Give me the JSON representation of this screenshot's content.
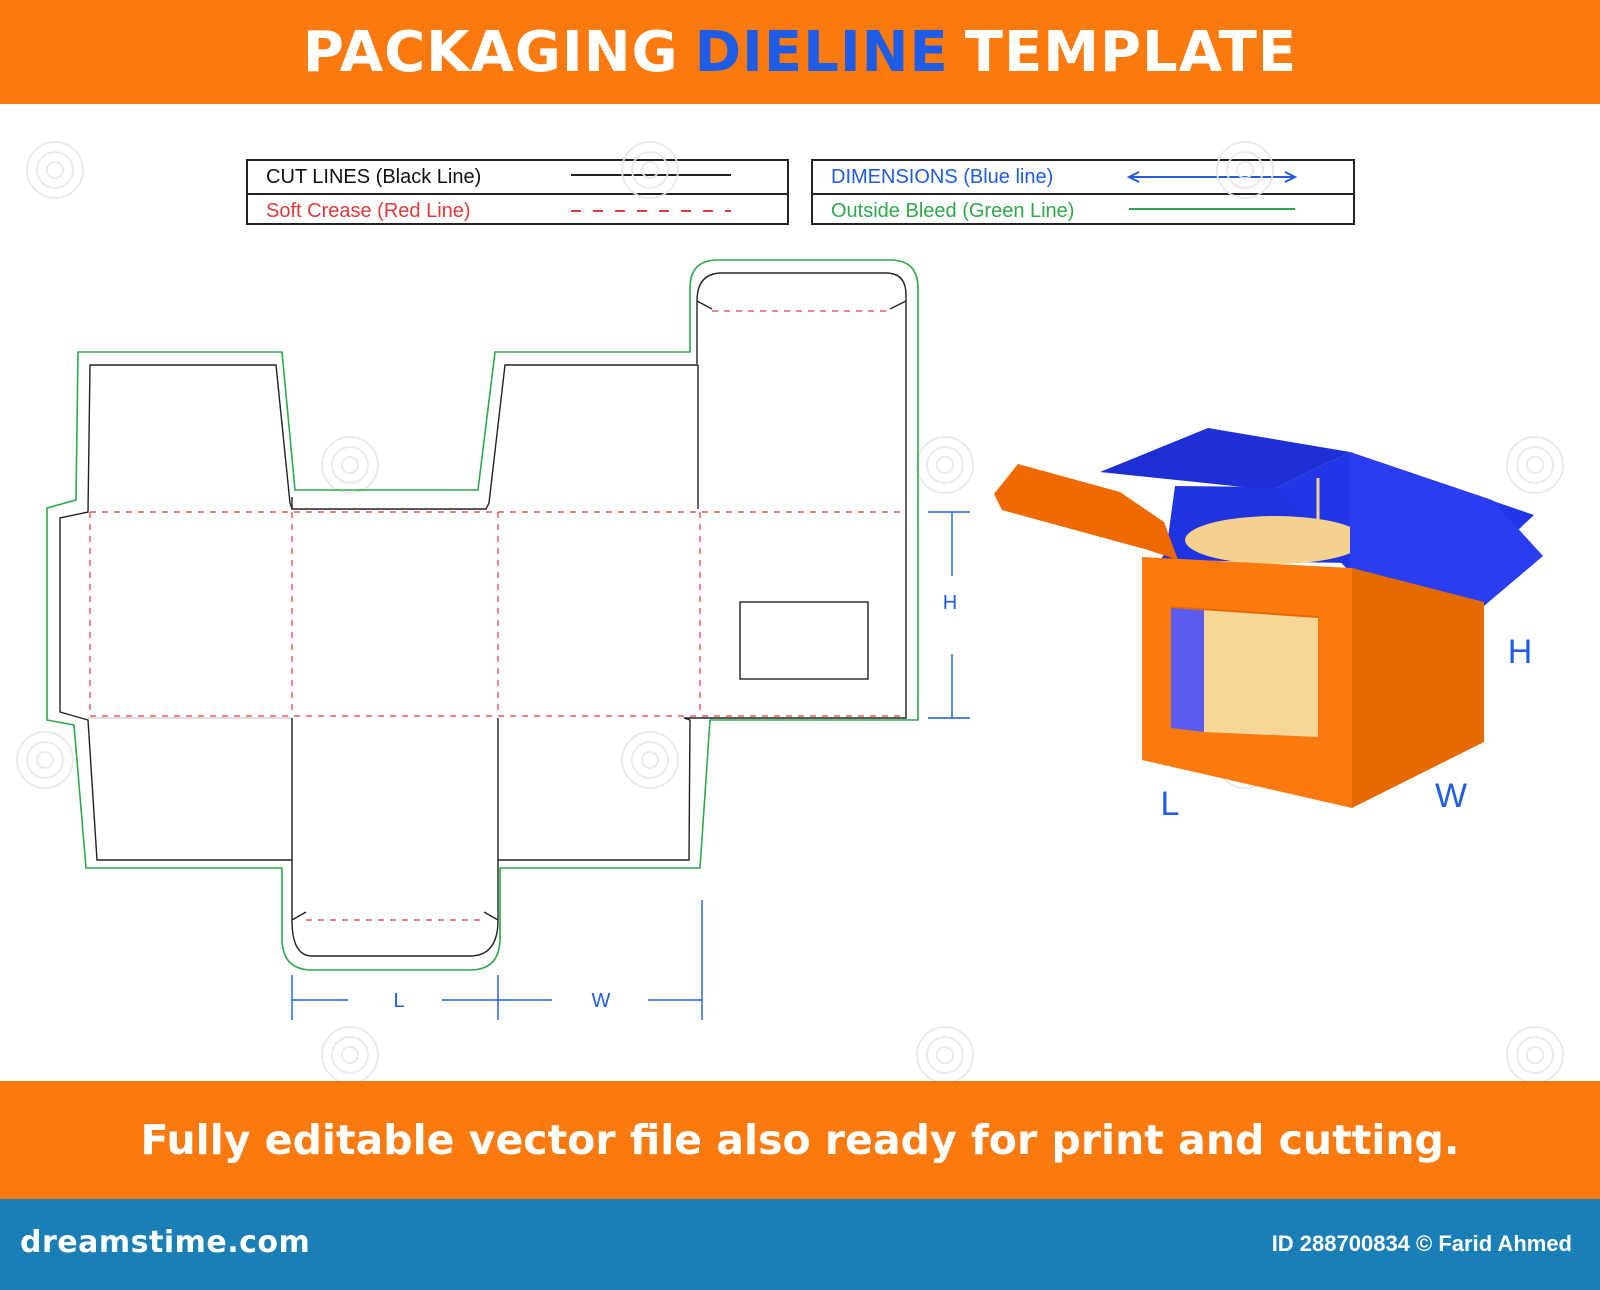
{
  "header": {
    "title_part1": "PACKAGING",
    "title_highlight": "DIELINE",
    "title_part2": "TEMPLATE"
  },
  "legend": {
    "cut_lines": "CUT LINES (Black Line)",
    "soft_crease": "Soft Crease (Red Line)",
    "dimensions": "DIMENSIONS (Blue line)",
    "outside_bleed": "Outside Bleed (Green Line)"
  },
  "dieline": {
    "dim_length": "L",
    "dim_width": "W",
    "dim_height": "H"
  },
  "box_3d": {
    "label_length": "L",
    "label_width": "W",
    "label_height": "H"
  },
  "bottom_banner": {
    "text": "Fully editable vector file also ready for print and cutting."
  },
  "footer": {
    "brand": "dreamstime.com",
    "credit": "ID 288700834 © Farid Ahmed"
  },
  "colors": {
    "accent_orange": "#fb7a10",
    "highlight_blue": "#1f5ce6",
    "cut_line": "#222222",
    "crease_line": "#e03a3a",
    "dimension_line": "#1f5ce6",
    "bleed_line": "#2ea84a",
    "footer_blue": "#1b7fb7"
  }
}
